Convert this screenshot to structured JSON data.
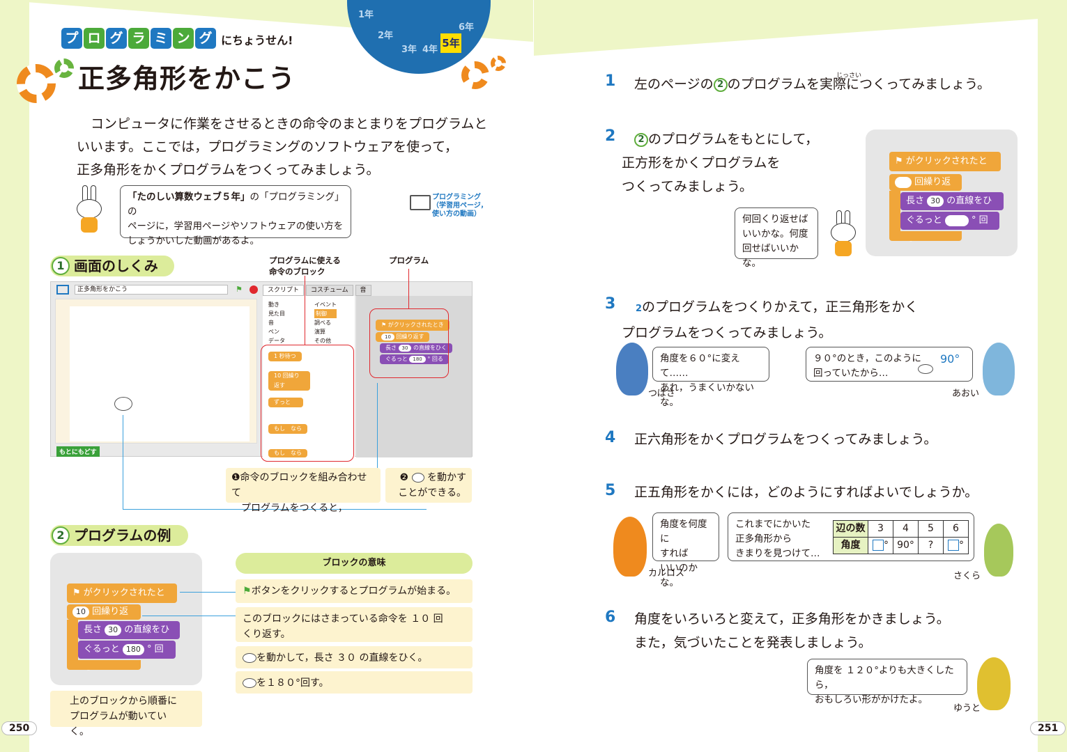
{
  "header": {
    "tag_chars": [
      "プ",
      "ロ",
      "グ",
      "ラ",
      "ミ",
      "ン",
      "グ"
    ],
    "tag_suffix": "にちょうせん!",
    "title": "正多角形をかこう",
    "grade_wheel": [
      "1年",
      "2年",
      "3年",
      "4年",
      "5年",
      "6年"
    ],
    "current_grade": "5年"
  },
  "intro": {
    "lines": [
      "コンピュータに作業をさせるときの命令のまとまりをプログラムと",
      "いいます。ここでは，プログラミングのソフトウェアを使って，",
      "正多角形をかくプログラムをつくってみましょう。"
    ],
    "bubble_bold": "「たのしい算数ウェブ５年」",
    "bubble_rest_1": "の「プログラミング」の",
    "bubble_line_2": "ページに，学習用ページやソフトウェアの使い方を",
    "bubble_line_3": "しょうかいした動画があるよ。",
    "web_link": [
      "プログラミング",
      "（学習用ページ，",
      "使い方の動画）"
    ]
  },
  "section1": {
    "num": "1",
    "title": "画面のしくみ",
    "label_blocks": [
      "プログラムに使える",
      "命令のブロック"
    ],
    "label_program": "プログラム",
    "screen": {
      "project_name": "正多角形をかこう",
      "tabs": [
        "スクリプト",
        "コスチューム",
        "音"
      ],
      "categories_left": [
        "動き",
        "見た目",
        "音",
        "ペン",
        "データ"
      ],
      "categories_right": [
        "イベント",
        "制御",
        "調べる",
        "演算",
        "その他"
      ],
      "palette_blocks": [
        "1 秒待つ",
        "10 回繰り返す",
        "ずっと",
        "もし　なら",
        "もし　なら"
      ],
      "reset_button": "もとにもどす",
      "program": {
        "hat": "がクリックされたとき",
        "repeat": "回繰り返す",
        "repeat_count": "10",
        "move_prefix": "長さ",
        "move_value": "30",
        "move_suffix": "の直線をひく",
        "turn_prefix": "ぐるっと",
        "turn_value": "180",
        "turn_suffix": "° 回る"
      }
    },
    "note1": [
      "❶命令のブロックを組み合わせて",
      "プログラムをつくると，"
    ],
    "note2_prefix": "❷",
    "note2": [
      "を動かす",
      "ことができる。"
    ]
  },
  "section2": {
    "num": "2",
    "title": "プログラムの例",
    "meaning_header": "ブロックの意味",
    "meanings": [
      "ボタンをクリックするとプログラムが始まる。",
      "このブロックにはさまっている命令を １０ 回",
      "くり返す。",
      "を動かして，長さ ３０ の直線をひく。",
      "を１８０°回す。"
    ],
    "caption": [
      "上のブロックから順番に",
      "プログラムが動いていく。"
    ]
  },
  "questions": [
    {
      "num": "1",
      "text_a": "左のページの",
      "circle": "2",
      "text_b": "のプログラムを実際につくってみましょう。",
      "ruby": "じっさい"
    },
    {
      "num": "2",
      "circle": "2",
      "lines": [
        "のプログラムをもとにして，",
        "正方形をかくプログラムを",
        "つくってみましょう。"
      ]
    },
    {
      "num": "3",
      "ref": "2",
      "lines": [
        "のプログラムをつくりかえて，正三角形をかく",
        "プログラムをつくってみましょう。"
      ]
    },
    {
      "num": "4",
      "text": "正六角形をかくプログラムをつくってみましょう。"
    },
    {
      "num": "5",
      "text": "正五角形をかくには，どのようにすればよいでしょうか。"
    },
    {
      "num": "6",
      "lines": [
        "角度をいろいろと変えて，正多角形をかきましょう。",
        "また，気づいたことを発表しましょう。"
      ]
    }
  ],
  "q2_bubble": [
    "何回くり返せば",
    "いいかな。何度",
    "回せばいいかな。"
  ],
  "q2_program": {
    "hat": "がクリックされたとき",
    "repeat": "回繰り返す",
    "move_prefix": "長さ",
    "move_value": "30",
    "move_suffix": "の直線をひく",
    "turn_prefix": "ぐるっと",
    "turn_suffix": "° 回る"
  },
  "q3_bubbles": {
    "tsubasa": [
      "角度を６０°に変えて……",
      "あれ，うまくいかないな。"
    ],
    "aoi": [
      "９０°のとき，このように",
      "回っていたから…"
    ],
    "angle_label": "90°",
    "name_tsubasa": "つばさ",
    "name_aoi": "あおい"
  },
  "q5": {
    "bubble_carlos": [
      "角度を何度に",
      "すれば",
      "いいのかな。"
    ],
    "bubble_sakura": [
      "これまでにかいた",
      "正多角形から",
      "きまりを見つけて…"
    ],
    "table_header_sides": "辺の数",
    "table_header_angle": "角度",
    "sides": [
      "3",
      "4",
      "5",
      "6"
    ],
    "angles": [
      "",
      "90°",
      "?",
      ""
    ],
    "name_carlos": "カルロス",
    "name_sakura": "さくら"
  },
  "q6": {
    "bubble": [
      "角度を １２０°よりも大きくしたら，",
      "おもしろい形がかけたよ。"
    ],
    "name": "ゆうと"
  },
  "page_numbers": {
    "left": "250",
    "right": "251"
  },
  "colors": {
    "accent_green": "#dcec9b",
    "blue": "#1f78c1",
    "orange_block": "#f0a63a",
    "purple_block": "#8a4fb5"
  }
}
